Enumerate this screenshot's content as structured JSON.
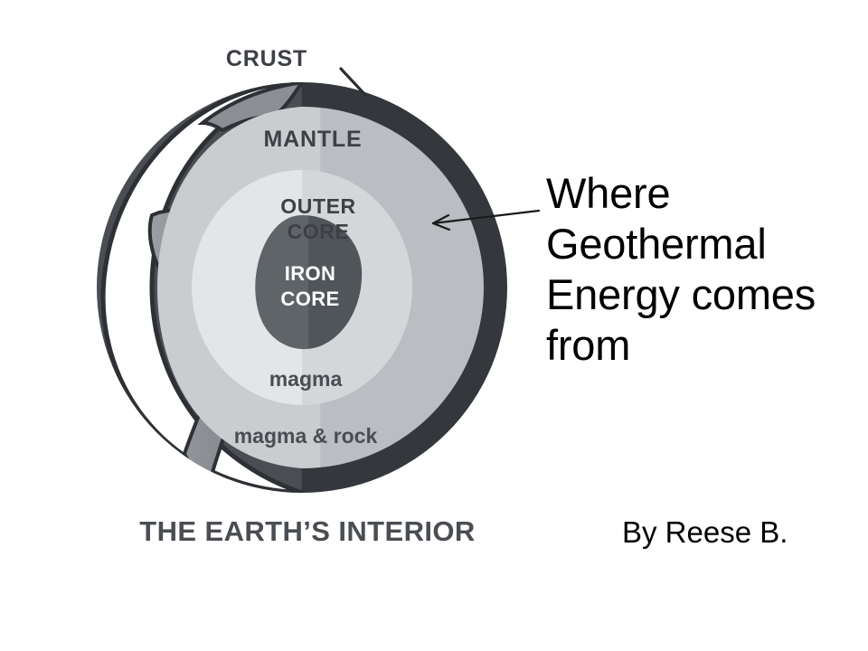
{
  "slide": {
    "background_color": "#ffffff",
    "title": "Where Geothermal Energy comes from",
    "byline": "By Reese B."
  },
  "figure": {
    "caption": "THE EARTH’S INTERIOR",
    "labels": {
      "crust": "CRUST",
      "mantle": "MANTLE",
      "outer_core_line1": "OUTER",
      "outer_core_line2": "CORE",
      "iron_core_line1": "IRON",
      "iron_core_line2": "CORE",
      "magma": "magma",
      "magma_and_rock": "magma & rock"
    },
    "colors": {
      "crust": "#3d4045",
      "mantle_light": "#c9cdd0",
      "mantle_dark": "#b9bdc1",
      "outer_core_light": "#e2e4e6",
      "outer_core_dark": "#d3d6d9",
      "iron_core_light": "#5e6367",
      "iron_core_dark": "#50555a",
      "continent": "#8f9398",
      "label_text": "#3d4045",
      "iron_core_text": "#ffffff",
      "caption_text": "#4a4d52",
      "arrow": "#1a1a1a"
    }
  }
}
